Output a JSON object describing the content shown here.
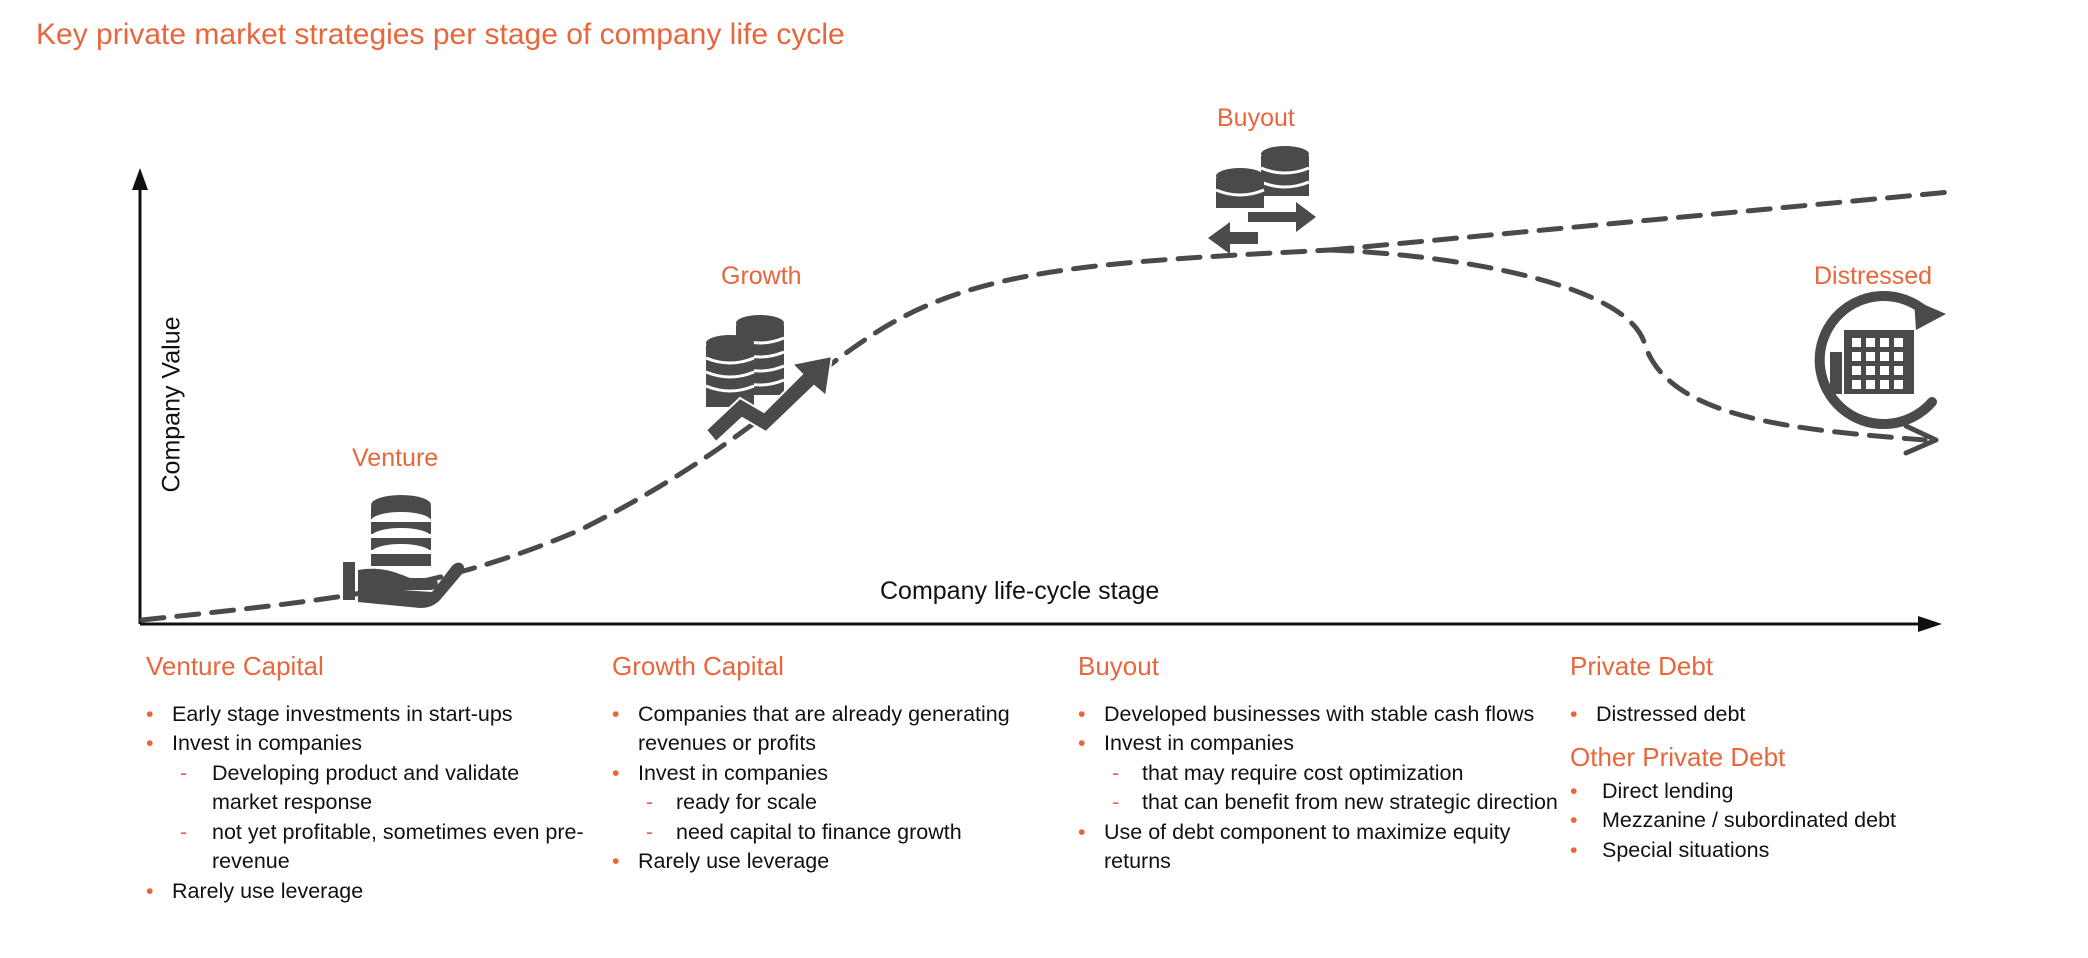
{
  "title": "Key private market strategies per stage of company life cycle",
  "axes": {
    "y_label": "Company Value",
    "x_label": "Company life-cycle stage"
  },
  "stages": [
    {
      "label": "Venture",
      "icon": "hand-coins-icon"
    },
    {
      "label": "Growth",
      "icon": "coins-growth-arrow-icon"
    },
    {
      "label": "Buyout",
      "icon": "coins-exchange-arrows-icon"
    },
    {
      "label": "Distressed",
      "icon": "building-restructure-icon"
    }
  ],
  "colors": {
    "accent": "#E8663C",
    "dark": "#4A4A4A",
    "text": "#111111"
  },
  "columns": [
    {
      "heading": "Venture Capital",
      "items": [
        {
          "text": "Early stage investments in start-ups",
          "level": 1
        },
        {
          "text": "Invest in companies",
          "level": 1
        },
        {
          "text": "Developing product and validate market response",
          "level": 2
        },
        {
          "text": "not yet profitable, sometimes even pre-revenue",
          "level": 2
        },
        {
          "text": "Rarely use leverage",
          "level": 1
        }
      ]
    },
    {
      "heading": "Growth Capital",
      "items": [
        {
          "text": "Companies that are already generating revenues or profits",
          "level": 1
        },
        {
          "text": "Invest in companies",
          "level": 1
        },
        {
          "text": "ready for scale",
          "level": 2
        },
        {
          "text": "need capital to finance growth",
          "level": 2
        },
        {
          "text": "Rarely use leverage",
          "level": 1
        }
      ]
    },
    {
      "heading": "Buyout",
      "items": [
        {
          "text": "Developed businesses with stable cash flows",
          "level": 1
        },
        {
          "text": "Invest in companies",
          "level": 1
        },
        {
          "text": "that may require cost  optimization",
          "level": 2
        },
        {
          "text": "that can benefit from new strategic direction",
          "level": 2
        },
        {
          "text": "Use of debt component to maximize equity returns",
          "level": 1
        }
      ]
    },
    {
      "heading": "Private Debt",
      "items": [
        {
          "text": "Distressed debt",
          "level": 1
        }
      ],
      "sub_heading": "Other Private Debt",
      "sub_items": [
        {
          "text": "Direct lending",
          "level": 1
        },
        {
          "text": "Mezzanine / subordinated debt",
          "level": 1
        },
        {
          "text": "Special situations",
          "level": 1
        }
      ]
    }
  ]
}
